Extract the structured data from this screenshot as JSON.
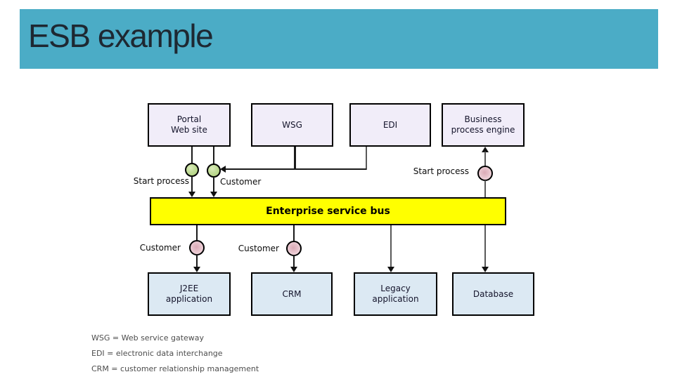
{
  "slide": {
    "title": "ESB example"
  },
  "diagram": {
    "top_row": [
      {
        "line1": "Portal",
        "line2": "Web site"
      },
      {
        "line1": "WSG",
        "line2": ""
      },
      {
        "line1": "EDI",
        "line2": ""
      },
      {
        "line1": "Business",
        "line2": "process engine"
      }
    ],
    "bus_label": "Enterprise service bus",
    "bottom_row": [
      {
        "line1": "J2EE",
        "line2": "application"
      },
      {
        "line1": "CRM",
        "line2": ""
      },
      {
        "line1": "Legacy",
        "line2": "application"
      },
      {
        "line1": "Database",
        "line2": ""
      }
    ],
    "annotations": {
      "start_process_top": "Start process",
      "customer_top": "Customer",
      "start_process_right": "Start process",
      "customer_bottom_left": "Customer",
      "customer_bottom_mid": "Customer"
    },
    "legend": [
      "WSG = Web service gateway",
      "EDI = electronic data interchange",
      "CRM = customer relationship management"
    ]
  },
  "colors": {
    "header": "#4BACC6",
    "bus_fill": "#FFFF00",
    "top_box_fill": "#F1EDF9",
    "bottom_box_fill": "#DCE9F3"
  }
}
